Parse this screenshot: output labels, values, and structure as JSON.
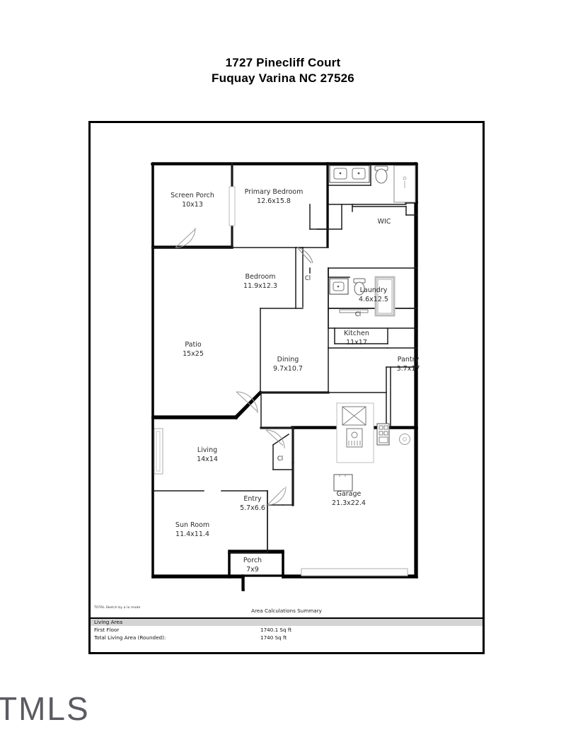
{
  "title": {
    "line1": "1727 Pinecliff Court",
    "line2": "Fuquay Varina NC 27526"
  },
  "floor_plan": {
    "rooms": [
      {
        "name": "Screen Porch",
        "dim": "10x13"
      },
      {
        "name": "Primary Bedroom",
        "dim": "12.6x15.8"
      },
      {
        "name": "WIC",
        "dim": ""
      },
      {
        "name": "Bedroom",
        "dim": "11.9x12.3"
      },
      {
        "name": "Cl",
        "dim": ""
      },
      {
        "name": "Laundry",
        "dim": "4.6x12.5"
      },
      {
        "name": "Cl",
        "dim": ""
      },
      {
        "name": "Kitchen",
        "dim": "11x17"
      },
      {
        "name": "Pantry",
        "dim": "3.7x17"
      },
      {
        "name": "Patio",
        "dim": "15x25"
      },
      {
        "name": "Dining",
        "dim": "9.7x10.7"
      },
      {
        "name": "Living",
        "dim": "14x14"
      },
      {
        "name": "Cl",
        "dim": ""
      },
      {
        "name": "Garage",
        "dim": "21.3x22.4"
      },
      {
        "name": "Entry",
        "dim": "5.7x6.6"
      },
      {
        "name": "Sun Room",
        "dim": "11.4x11.4"
      },
      {
        "name": "Porch",
        "dim": "7x9"
      }
    ]
  },
  "summary": {
    "credit": "TOTAL Sketch by a la mode",
    "title": "Area Calculations Summary",
    "section_label": "Living Area",
    "rows": [
      {
        "label": "First Floor",
        "value": "1740.1 Sq ft"
      },
      {
        "label": "Total Living Area (Rounded):",
        "value": "1740 Sq ft"
      }
    ]
  },
  "watermark": {
    "text": "TMLS"
  },
  "colors": {
    "wall": "#000000",
    "interior_wall": "#1a1a1a",
    "fixture": "#555555",
    "band": "#d4d4d4"
  }
}
